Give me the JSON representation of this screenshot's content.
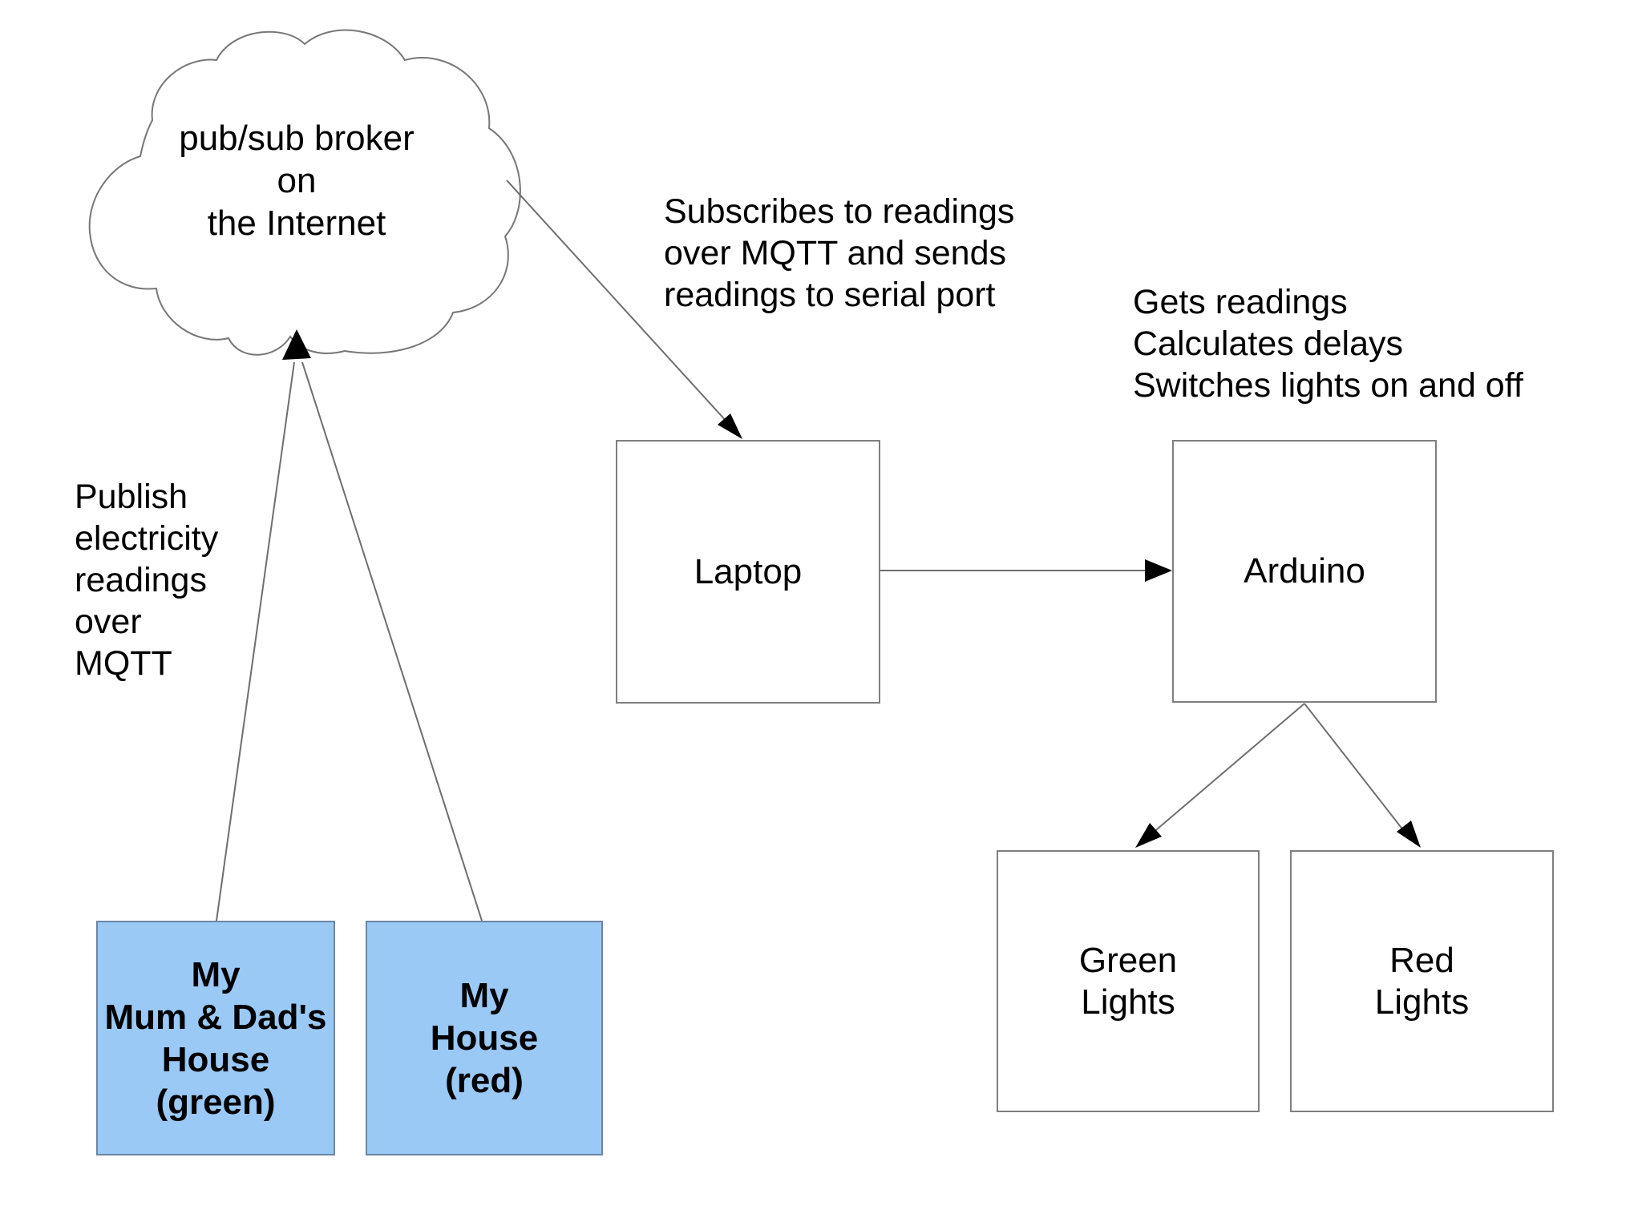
{
  "diagram": {
    "cloud": {
      "label_lines": [
        "pub/sub broker",
        "on",
        "the Internet"
      ]
    },
    "notes": {
      "publish": {
        "lines": [
          "Publish",
          "electricity",
          "readings",
          "over",
          "MQTT"
        ]
      },
      "subscribe": {
        "lines": [
          "Subscribes to readings",
          "over MQTT and sends",
          "readings to serial port"
        ]
      },
      "arduino_role": {
        "lines": [
          "Gets readings",
          "Calculates delays",
          "Switches lights on and off"
        ]
      }
    },
    "nodes": {
      "laptop": {
        "label": "Laptop"
      },
      "arduino": {
        "label": "Arduino"
      },
      "green_lights": {
        "lines": [
          "Green",
          "Lights"
        ]
      },
      "red_lights": {
        "lines": [
          "Red",
          "Lights"
        ]
      },
      "house_green": {
        "lines": [
          "My",
          "Mum & Dad's",
          "House",
          "(green)"
        ]
      },
      "house_red": {
        "lines": [
          "My",
          "House",
          "(red)"
        ]
      }
    },
    "colors": {
      "background": "#ffffff",
      "house_fill": "#9AC9F6",
      "house_border": "#6b86a3",
      "box_border": "#7f7f7f",
      "connector_line": "#6e6e6e",
      "arrowhead": "#000000",
      "text": "#000000"
    }
  }
}
